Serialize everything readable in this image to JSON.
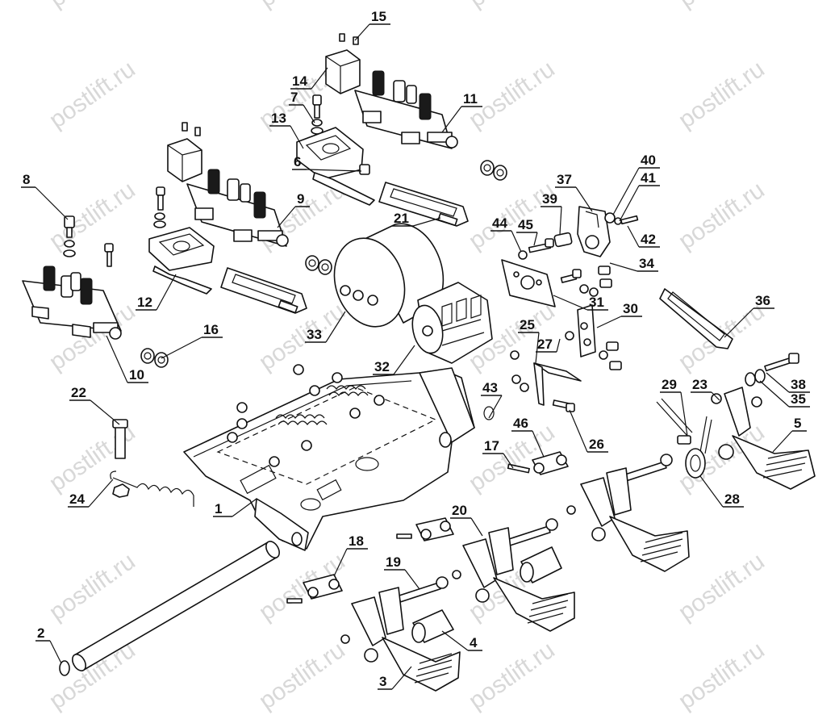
{
  "watermark": {
    "text": "postlift.ru"
  },
  "callouts": [
    {
      "id": "c1",
      "label": "1"
    },
    {
      "id": "c2",
      "label": "2"
    },
    {
      "id": "c3",
      "label": "3"
    },
    {
      "id": "c4",
      "label": "4"
    },
    {
      "id": "c5",
      "label": "5"
    },
    {
      "id": "c6",
      "label": "6"
    },
    {
      "id": "c7",
      "label": "7"
    },
    {
      "id": "c8",
      "label": "8"
    },
    {
      "id": "c9",
      "label": "9"
    },
    {
      "id": "c10",
      "label": "10"
    },
    {
      "id": "c11",
      "label": "11"
    },
    {
      "id": "c12",
      "label": "12"
    },
    {
      "id": "c13",
      "label": "13"
    },
    {
      "id": "c14",
      "label": "14"
    },
    {
      "id": "c15",
      "label": "15"
    },
    {
      "id": "c16",
      "label": "16"
    },
    {
      "id": "c17",
      "label": "17"
    },
    {
      "id": "c18",
      "label": "18"
    },
    {
      "id": "c19",
      "label": "19"
    },
    {
      "id": "c20",
      "label": "20"
    },
    {
      "id": "c21",
      "label": "21"
    },
    {
      "id": "c22",
      "label": "22"
    },
    {
      "id": "c23",
      "label": "23"
    },
    {
      "id": "c24",
      "label": "24"
    },
    {
      "id": "c25",
      "label": "25"
    },
    {
      "id": "c26",
      "label": "26"
    },
    {
      "id": "c27",
      "label": "27"
    },
    {
      "id": "c28",
      "label": "28"
    },
    {
      "id": "c29",
      "label": "29"
    },
    {
      "id": "c30",
      "label": "30"
    },
    {
      "id": "c31",
      "label": "31"
    },
    {
      "id": "c32",
      "label": "32"
    },
    {
      "id": "c33",
      "label": "33"
    },
    {
      "id": "c34",
      "label": "34"
    },
    {
      "id": "c35",
      "label": "35"
    },
    {
      "id": "c36",
      "label": "36"
    },
    {
      "id": "c37",
      "label": "37"
    },
    {
      "id": "c38",
      "label": "38"
    },
    {
      "id": "c39",
      "label": "39"
    },
    {
      "id": "c40",
      "label": "40"
    },
    {
      "id": "c41",
      "label": "41"
    },
    {
      "id": "c42",
      "label": "42"
    },
    {
      "id": "c43",
      "label": "43"
    },
    {
      "id": "c44",
      "label": "44"
    },
    {
      "id": "c45",
      "label": "45"
    },
    {
      "id": "c46",
      "label": "46"
    }
  ]
}
